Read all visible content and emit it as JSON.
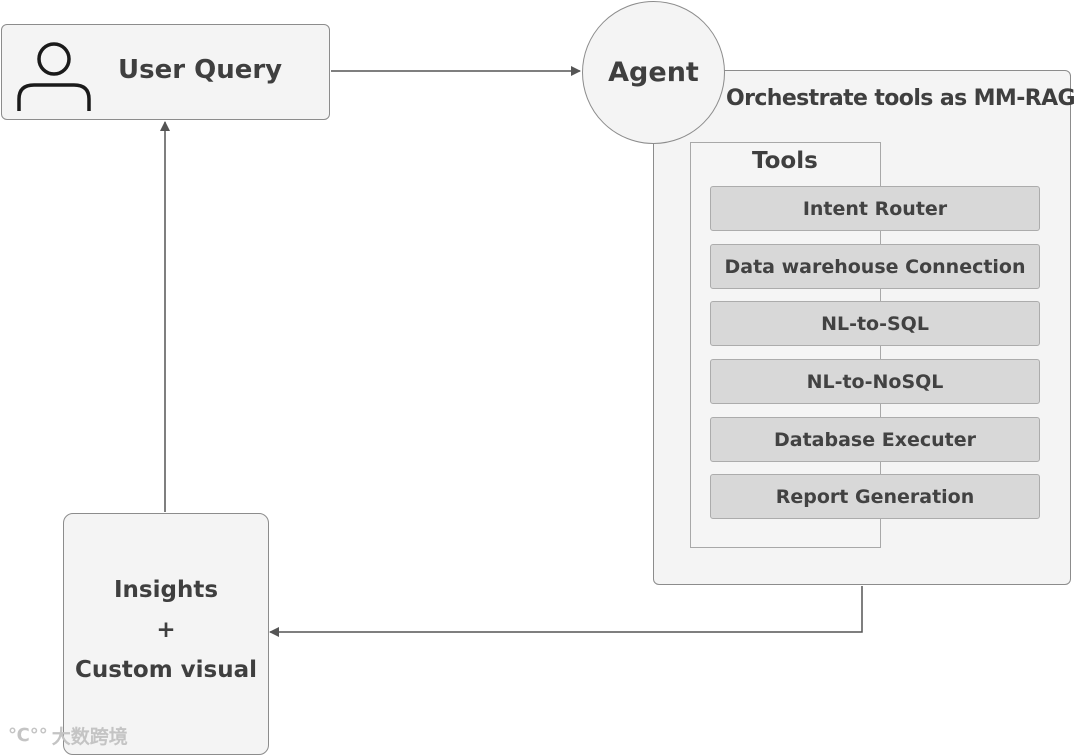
{
  "user_query": {
    "label": "User Query",
    "icon": "user-icon"
  },
  "agent": {
    "label": "Agent"
  },
  "orchestrator": {
    "label": "Orchestrate tools as MM-RAG",
    "tools_title": "Tools",
    "tools": [
      "Intent Router",
      "Data warehouse Connection",
      "NL-to-SQL",
      "NL-to-NoSQL",
      "Database Executer",
      "Report Generation"
    ]
  },
  "output": {
    "line1": "Insights",
    "line2": "+",
    "line3": "Custom visual"
  },
  "watermark": {
    "text": "大数跨境",
    "icon": "logo-icon"
  },
  "colors": {
    "box_fill": "#f4f4f4",
    "box_border": "#8c8c8c",
    "tool_fill": "#d8d8d8",
    "arrow": "#555555"
  }
}
